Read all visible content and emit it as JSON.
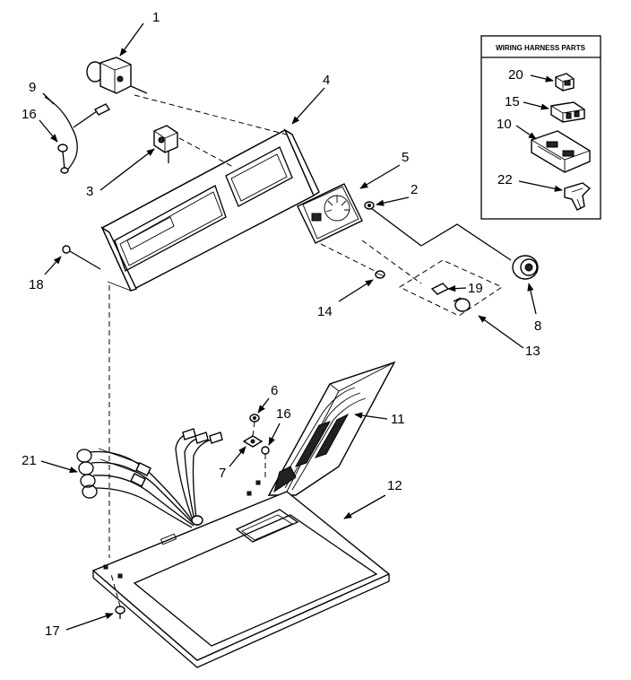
{
  "harness_box": {
    "title": "WIRING HARNESS PARTS",
    "labels": [
      "20",
      "15",
      "10",
      "22"
    ]
  },
  "callouts": [
    "1",
    "9",
    "16",
    "3",
    "4",
    "5",
    "2",
    "18",
    "14",
    "19",
    "8",
    "13",
    "6",
    "16",
    "11",
    "21",
    "7",
    "12",
    "17"
  ]
}
